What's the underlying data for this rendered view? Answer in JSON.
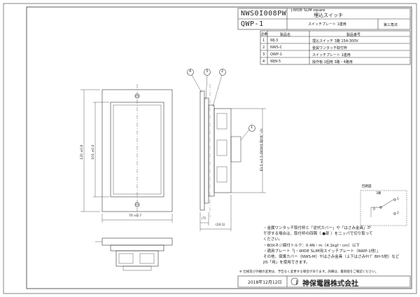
{
  "title_block": {
    "model_code": "NWS0I008PW",
    "model_sub": "QWP-1",
    "series": "J-WIDE SLIM square",
    "title": "埋込スイッチ",
    "subtitle": "スイッチプレート 1連用",
    "projection": "第三角法"
  },
  "parts_table": {
    "headers": [
      "品番",
      "製品名",
      "製品番号"
    ],
    "rows": [
      {
        "no": "1",
        "code": "WJ-3",
        "desc": "埋込スイッチ 3路 15A-300V"
      },
      {
        "no": "2",
        "code": "NWS-C",
        "desc": "金属ワンタッチ取付枠"
      },
      {
        "no": "3",
        "code": "QWP-1",
        "desc": "スイッチプレート 1連用"
      },
      {
        "no": "4",
        "code": "WJN-5",
        "desc": "操作板 1個用 3路・4路用"
      }
    ]
  },
  "callouts": [
    "1",
    "2",
    "3",
    "4"
  ],
  "dimensions": {
    "plate_height": "120 ±0.8",
    "window_height": "101 ±0.4",
    "plate_width": "70 ±0.7",
    "box_height": "83.5 ±0.5 (BOX付 取付ﾋﾟｯﾁ)",
    "depth_a": "(7)",
    "depth_b": "(24.1)"
  },
  "circuit_label": "回路図",
  "circuit_terminals": [
    "3路",
    "0",
    "1",
    "2"
  ],
  "notes": [
    "・金属ワンタッチ取付枠と「逆代カバー」や「はさみ金具」が",
    "  干渉する場合は、取付枠の四隅（ ●部 ）をニッパで切り取って",
    "  ください。",
    "・BOXネジ締付トルク：0.4N・m（4.1kgf・cm）以下",
    "・適用プレート「J・WIDE SLIM用スイッチプレート（NWP-1他）」",
    "  その他、保護カバー（NWS-M）やはさみ金具（上下はさみﾀｲﾌﾟ BH-5他）など",
    "  JIS「用」を使用できます。"
  ],
  "footnote": "※ 仕様及び外観の変更は、予告なく変更する場合があります。詳細は、最新版をご確認ください。",
  "date": "2018年12月12日",
  "company": "神保電器株式会社",
  "colors": {
    "line": "#333333",
    "paper": "#ffffff"
  }
}
